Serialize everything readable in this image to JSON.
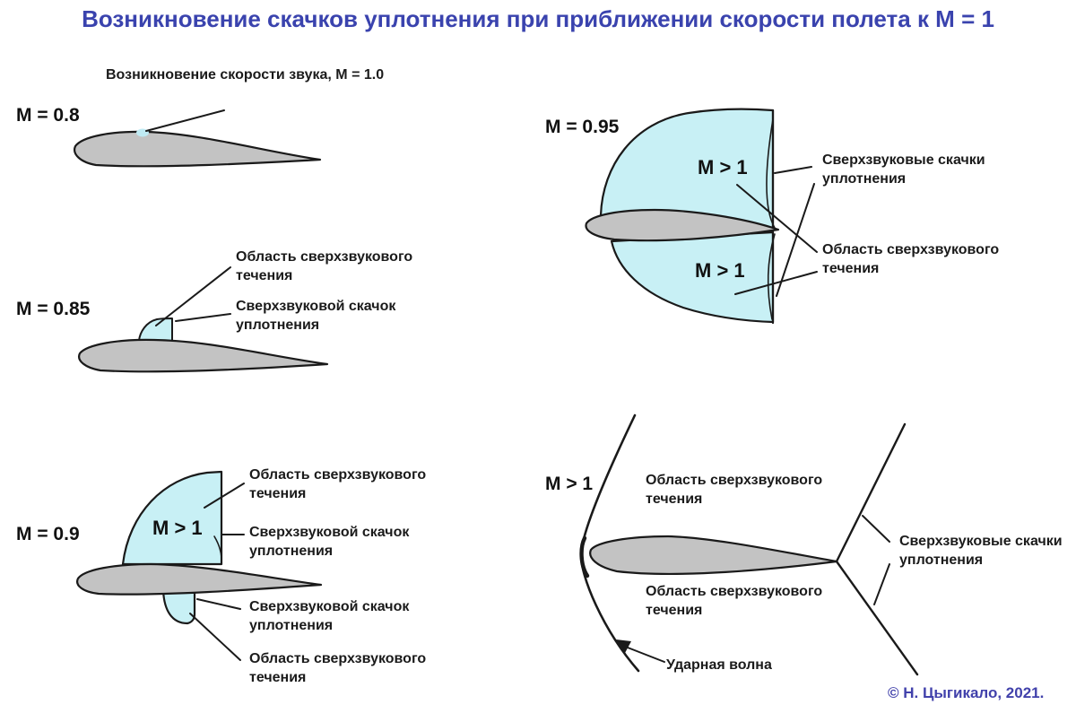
{
  "title": "Возникновение скачков уплотнения при приближении скорости полета к М = 1",
  "copyright": "© Н. Цыгикало, 2021.",
  "colors": {
    "accent_blue": "#3a43ae",
    "region_fill": "#c8f0f5",
    "airfoil_fill": "#c3c3c3",
    "line_color": "#1a1a1a"
  },
  "panels": {
    "m08": {
      "mach": "М = 0.8",
      "annotation": "Возникновение скорости звука, М = 1.0"
    },
    "m085": {
      "mach": "М = 0.85",
      "region": "Область сверхзвукового течения",
      "shock": "Сверхзвуковой скачок уплотнения"
    },
    "m09": {
      "mach": "М = 0.9",
      "supersonic": "М > 1",
      "region_top": "Область сверхзвукового течения",
      "shock_top": "Сверхзвуковой скачок уплотнения",
      "shock_bottom": "Сверхзвуковой скачок уплотнения",
      "region_bottom": "Область сверхзвукового течения"
    },
    "m095": {
      "mach": "М = 0.95",
      "supersonic_top": "М > 1",
      "supersonic_bottom": "М > 1",
      "shocks": "Сверхзвуковые скачки уплотнения",
      "region": "Область сверхзвукового течения"
    },
    "m1": {
      "mach": "М > 1",
      "region_top": "Область сверхзвукового течения",
      "region_bottom": "Область сверхзвукового течения",
      "shocks": "Сверхзвуковые скачки уплотнения",
      "shock_wave": "Ударная волна"
    }
  }
}
